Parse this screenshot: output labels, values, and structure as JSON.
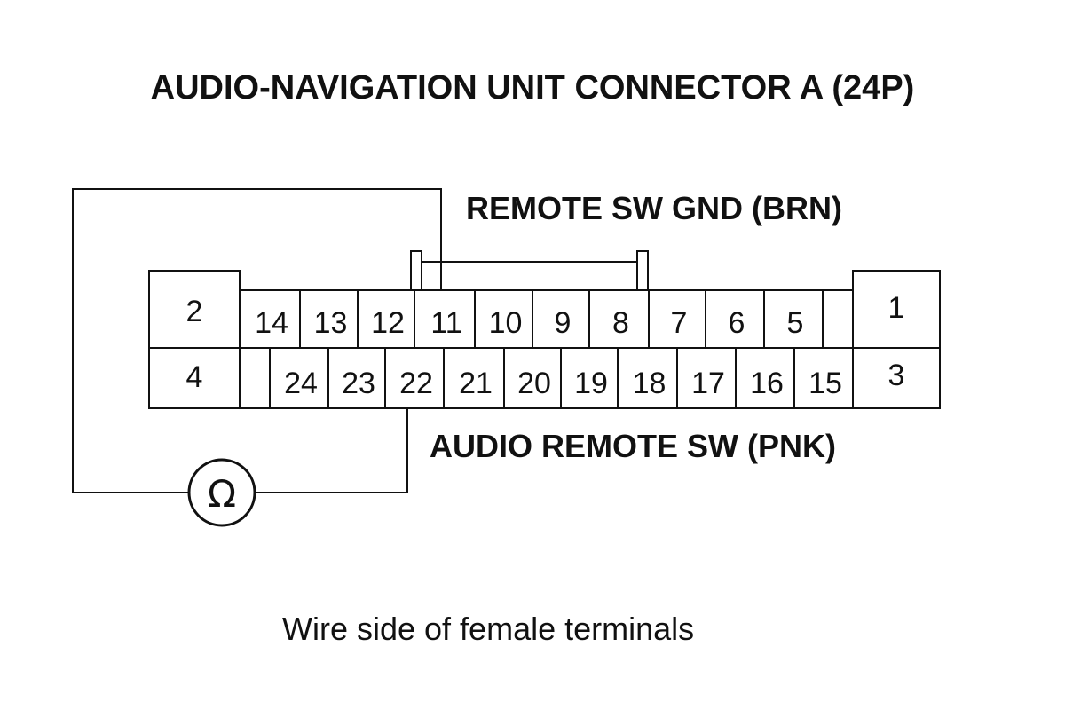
{
  "title": "AUDIO-NAVIGATION UNIT CONNECTOR A (24P)",
  "labels": {
    "remote_sw_gnd": "REMOTE SW GND (BRN)",
    "audio_remote_sw": "AUDIO REMOTE SW (PNK)",
    "caption": "Wire side of female terminals"
  },
  "connector": {
    "left_block": [
      "2",
      "4"
    ],
    "right_block": [
      "1",
      "3"
    ],
    "top_row": [
      "14",
      "13",
      "12",
      "11",
      "10",
      "9",
      "8",
      "7",
      "6",
      "5",
      ""
    ],
    "bottom_row": [
      "",
      "24",
      "23",
      "22",
      "21",
      "20",
      "19",
      "18",
      "17",
      "16",
      "15"
    ]
  },
  "meter": {
    "symbol": "Ω",
    "icon": "ohmmeter-icon"
  }
}
